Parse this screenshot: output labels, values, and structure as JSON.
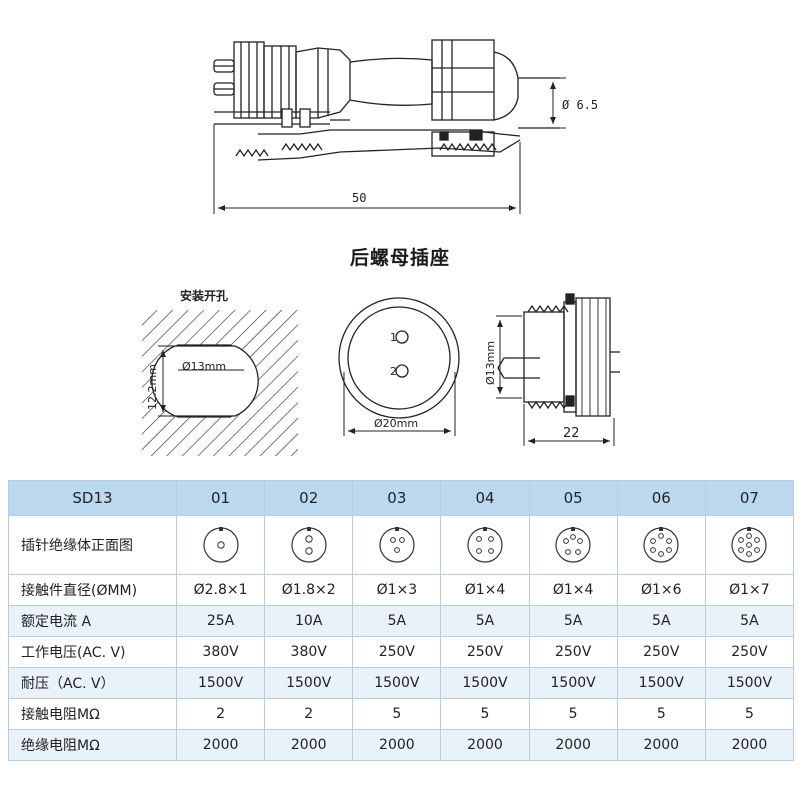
{
  "drawing": {
    "dims": {
      "side_diameter": "Ø 6.5",
      "side_length": "50",
      "panel_cutout_diameter": "Ø13mm",
      "panel_cutout_flat": "12.2mm",
      "front_diameter": "Ø20mm",
      "socket_diameter": "Ø13mm",
      "socket_length": "22"
    },
    "front_pin_labels": [
      "1",
      "2"
    ]
  },
  "section": {
    "title": "后螺母插座",
    "cutout_label": "安装开孔"
  },
  "table": {
    "model": "SD13",
    "columns": [
      "01",
      "02",
      "03",
      "04",
      "05",
      "06",
      "07"
    ],
    "pin_counts": [
      1,
      2,
      3,
      4,
      5,
      6,
      7
    ],
    "rows": [
      {
        "label": "插针绝缘体正面图",
        "type": "face"
      },
      {
        "label": "接触件直径(ØMM)",
        "values": [
          "Ø2.8×1",
          "Ø1.8×2",
          "Ø1×3",
          "Ø1×4",
          "Ø1×4",
          "Ø1×6",
          "Ø1×7"
        ]
      },
      {
        "label": "额定电流 A",
        "values": [
          "25A",
          "10A",
          "5A",
          "5A",
          "5A",
          "5A",
          "5A"
        ]
      },
      {
        "label": "工作电压(AC. V)",
        "values": [
          "380V",
          "380V",
          "250V",
          "250V",
          "250V",
          "250V",
          "250V"
        ]
      },
      {
        "label": "耐压（AC. V）",
        "values": [
          "1500V",
          "1500V",
          "1500V",
          "1500V",
          "1500V",
          "1500V",
          "1500V"
        ]
      },
      {
        "label": "接触电阻MΩ",
        "values": [
          "2",
          "2",
          "5",
          "5",
          "5",
          "5",
          "5"
        ]
      },
      {
        "label": "绝缘电阻MΩ",
        "values": [
          "2000",
          "2000",
          "2000",
          "2000",
          "2000",
          "2000",
          "2000"
        ]
      }
    ]
  }
}
